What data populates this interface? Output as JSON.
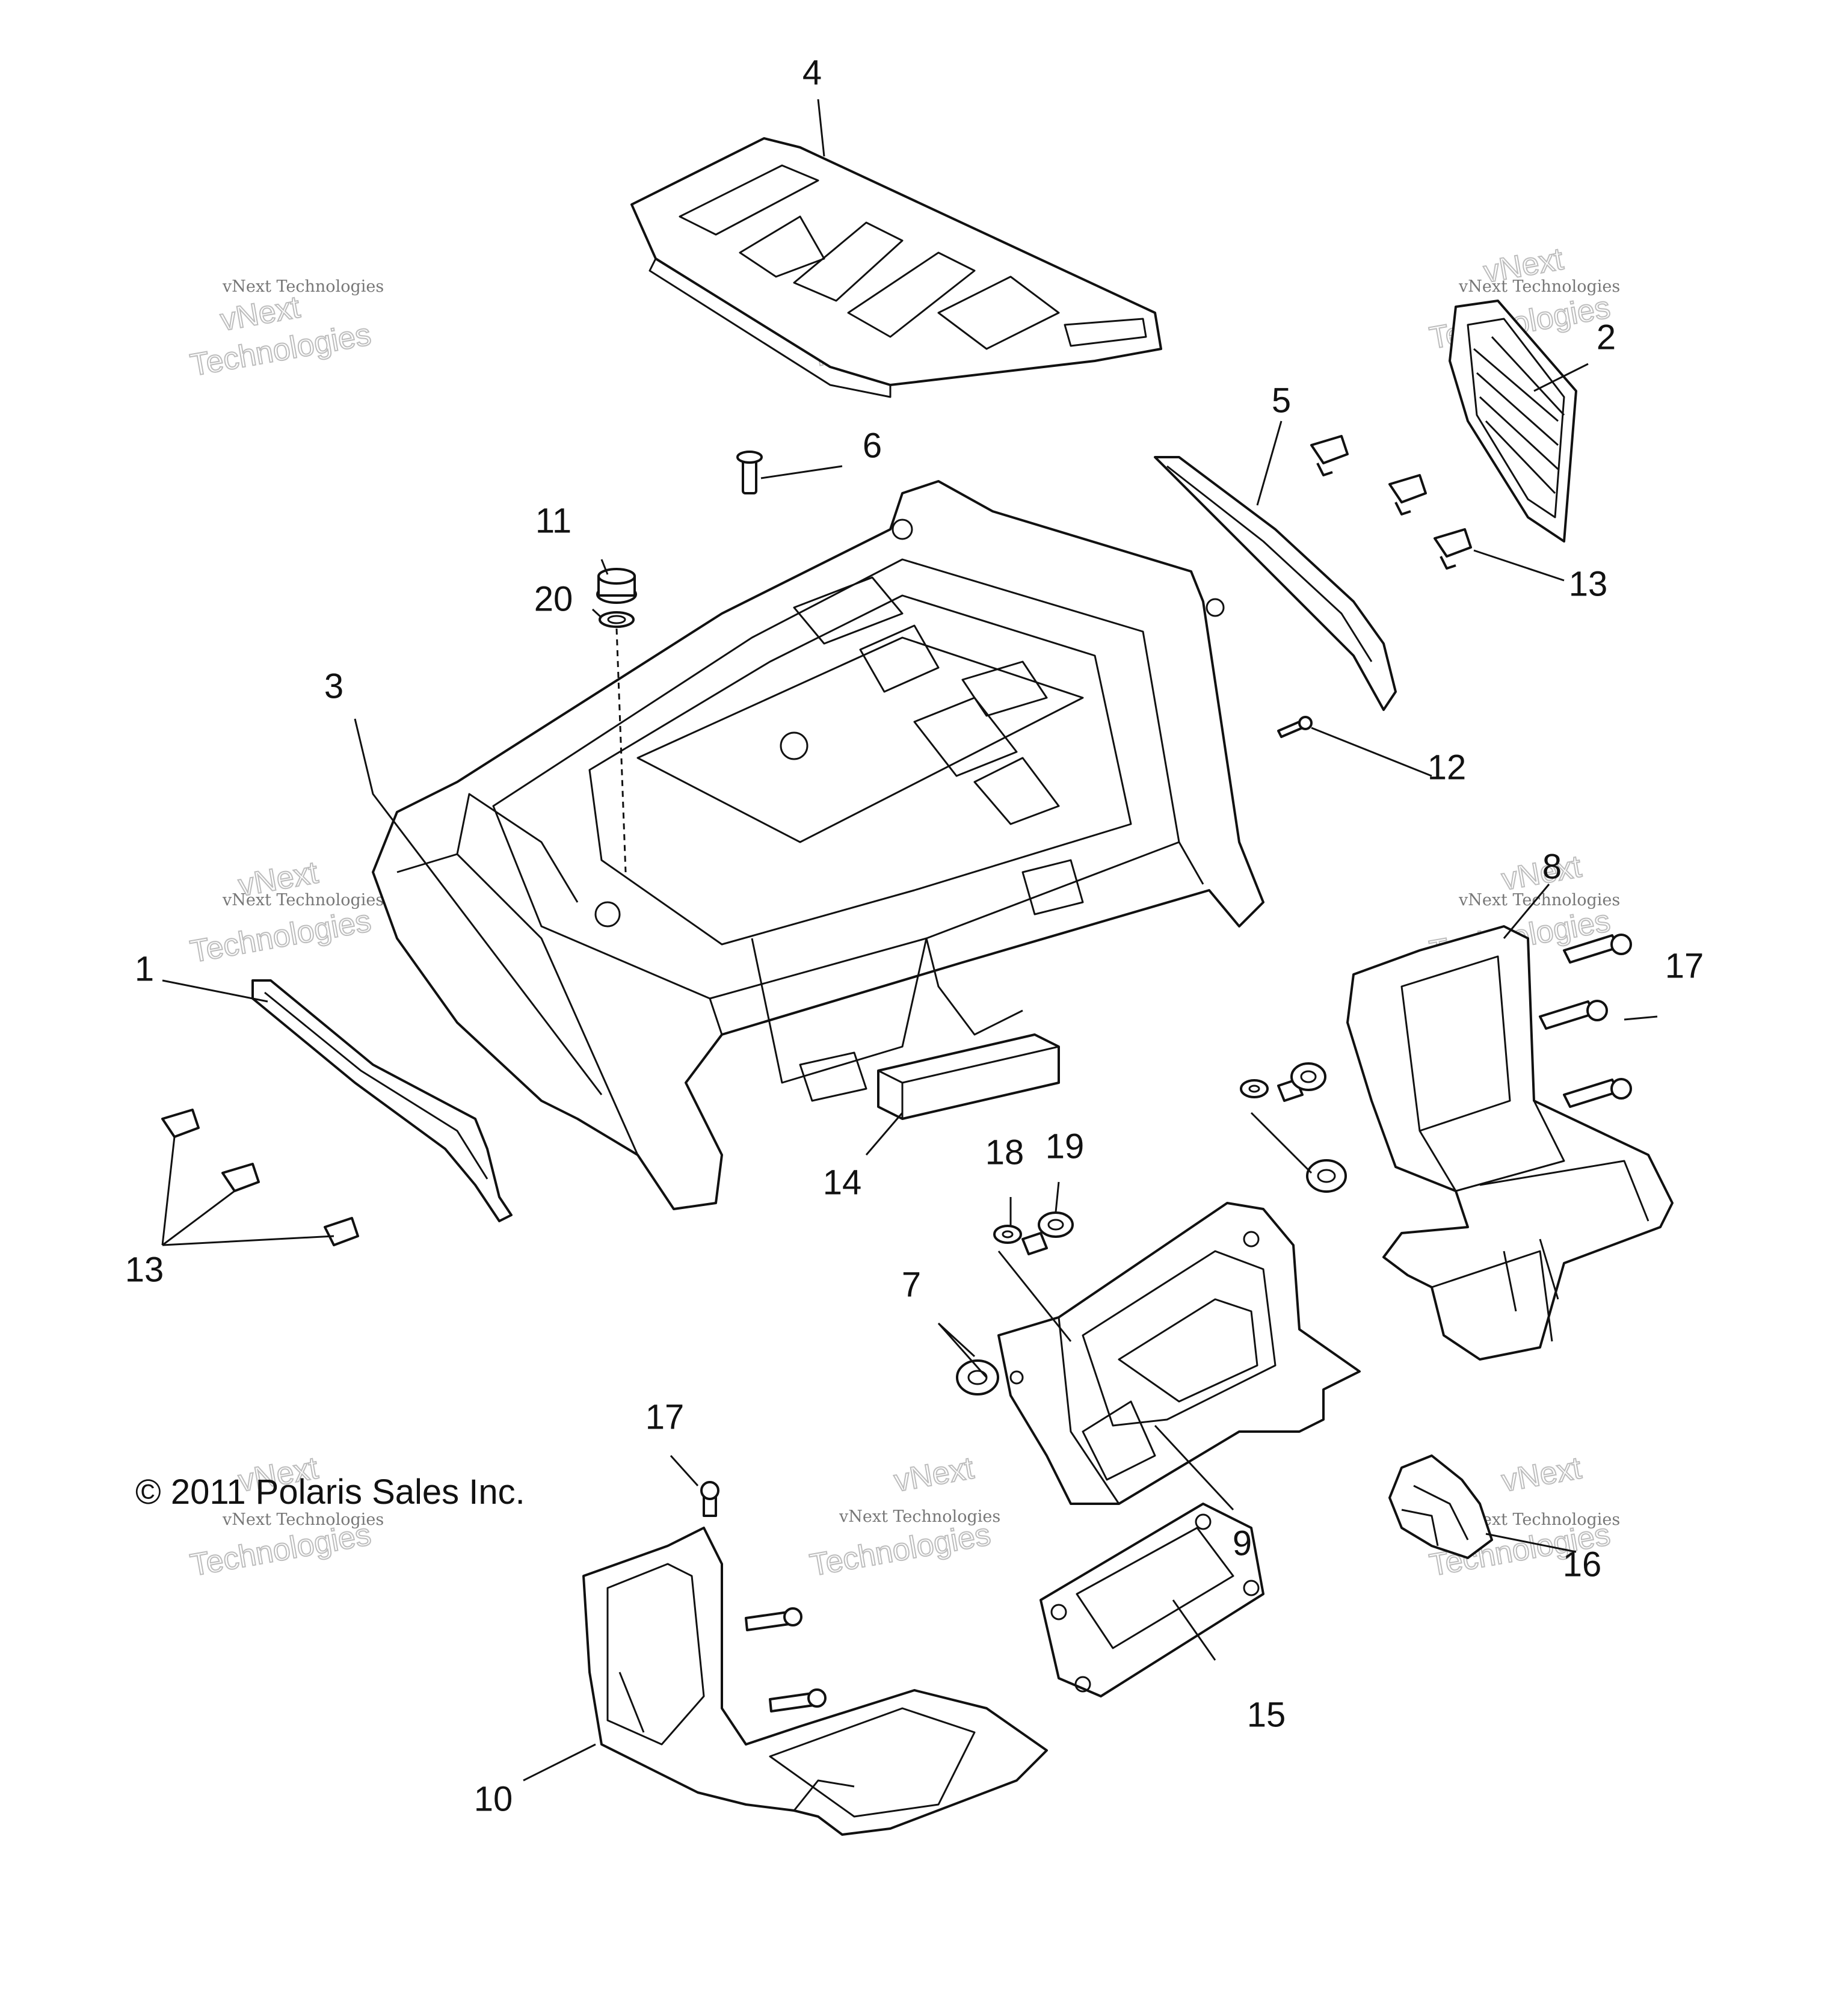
{
  "diagram": {
    "copyright": "© 2011 Polaris Sales Inc.",
    "watermark": {
      "brand": "vNext",
      "line_small": "vNext Technologies",
      "line_big": "Technologies"
    },
    "callouts": {
      "c1": "1",
      "c2": "2",
      "c3": "3",
      "c4": "4",
      "c5": "5",
      "c6": "6",
      "c7": "7",
      "c8": "8",
      "c9": "9",
      "c10": "10",
      "c11": "11",
      "c12": "12",
      "c13a": "13",
      "c13b": "13",
      "c14": "14",
      "c15": "15",
      "c16": "16",
      "c17a": "17",
      "c17b": "17",
      "c18": "18",
      "c19": "19",
      "c20": "20"
    }
  }
}
